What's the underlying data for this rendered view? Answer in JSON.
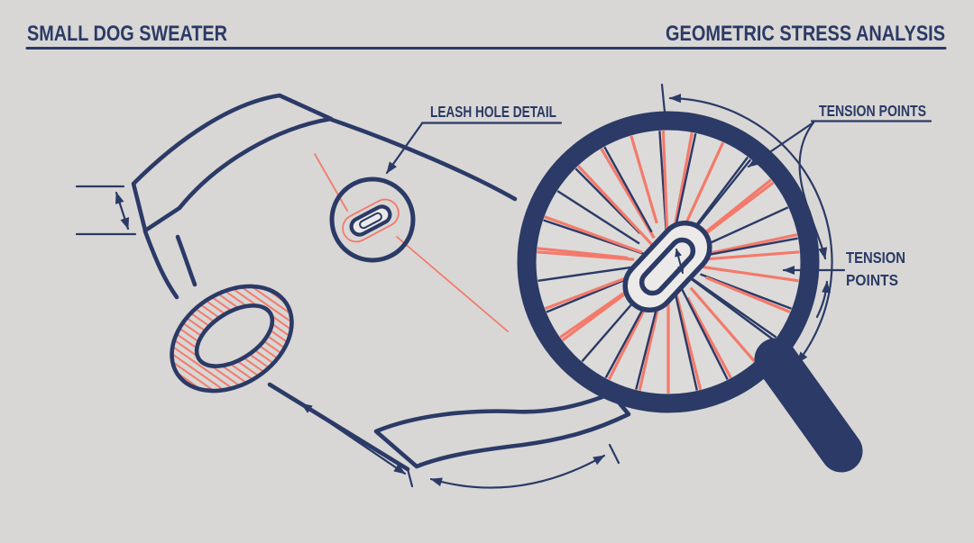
{
  "header": {
    "title_left": "SMALL DOG SWEATER",
    "title_right": "GEOMETRIC STRESS ANALYSIS"
  },
  "callouts": {
    "leash_hole_detail": "LEASH HOLE DETAIL",
    "tension_points_top": "TENSION POINTS",
    "tension_points_side": {
      "line1": "TENSION",
      "line2": "POINTS"
    }
  },
  "colors": {
    "background": "#d8d7d5",
    "navy": "#2b3a66",
    "coral": "#f37a6b",
    "lens": "#dcdbd9",
    "slot": "#eceae8"
  }
}
